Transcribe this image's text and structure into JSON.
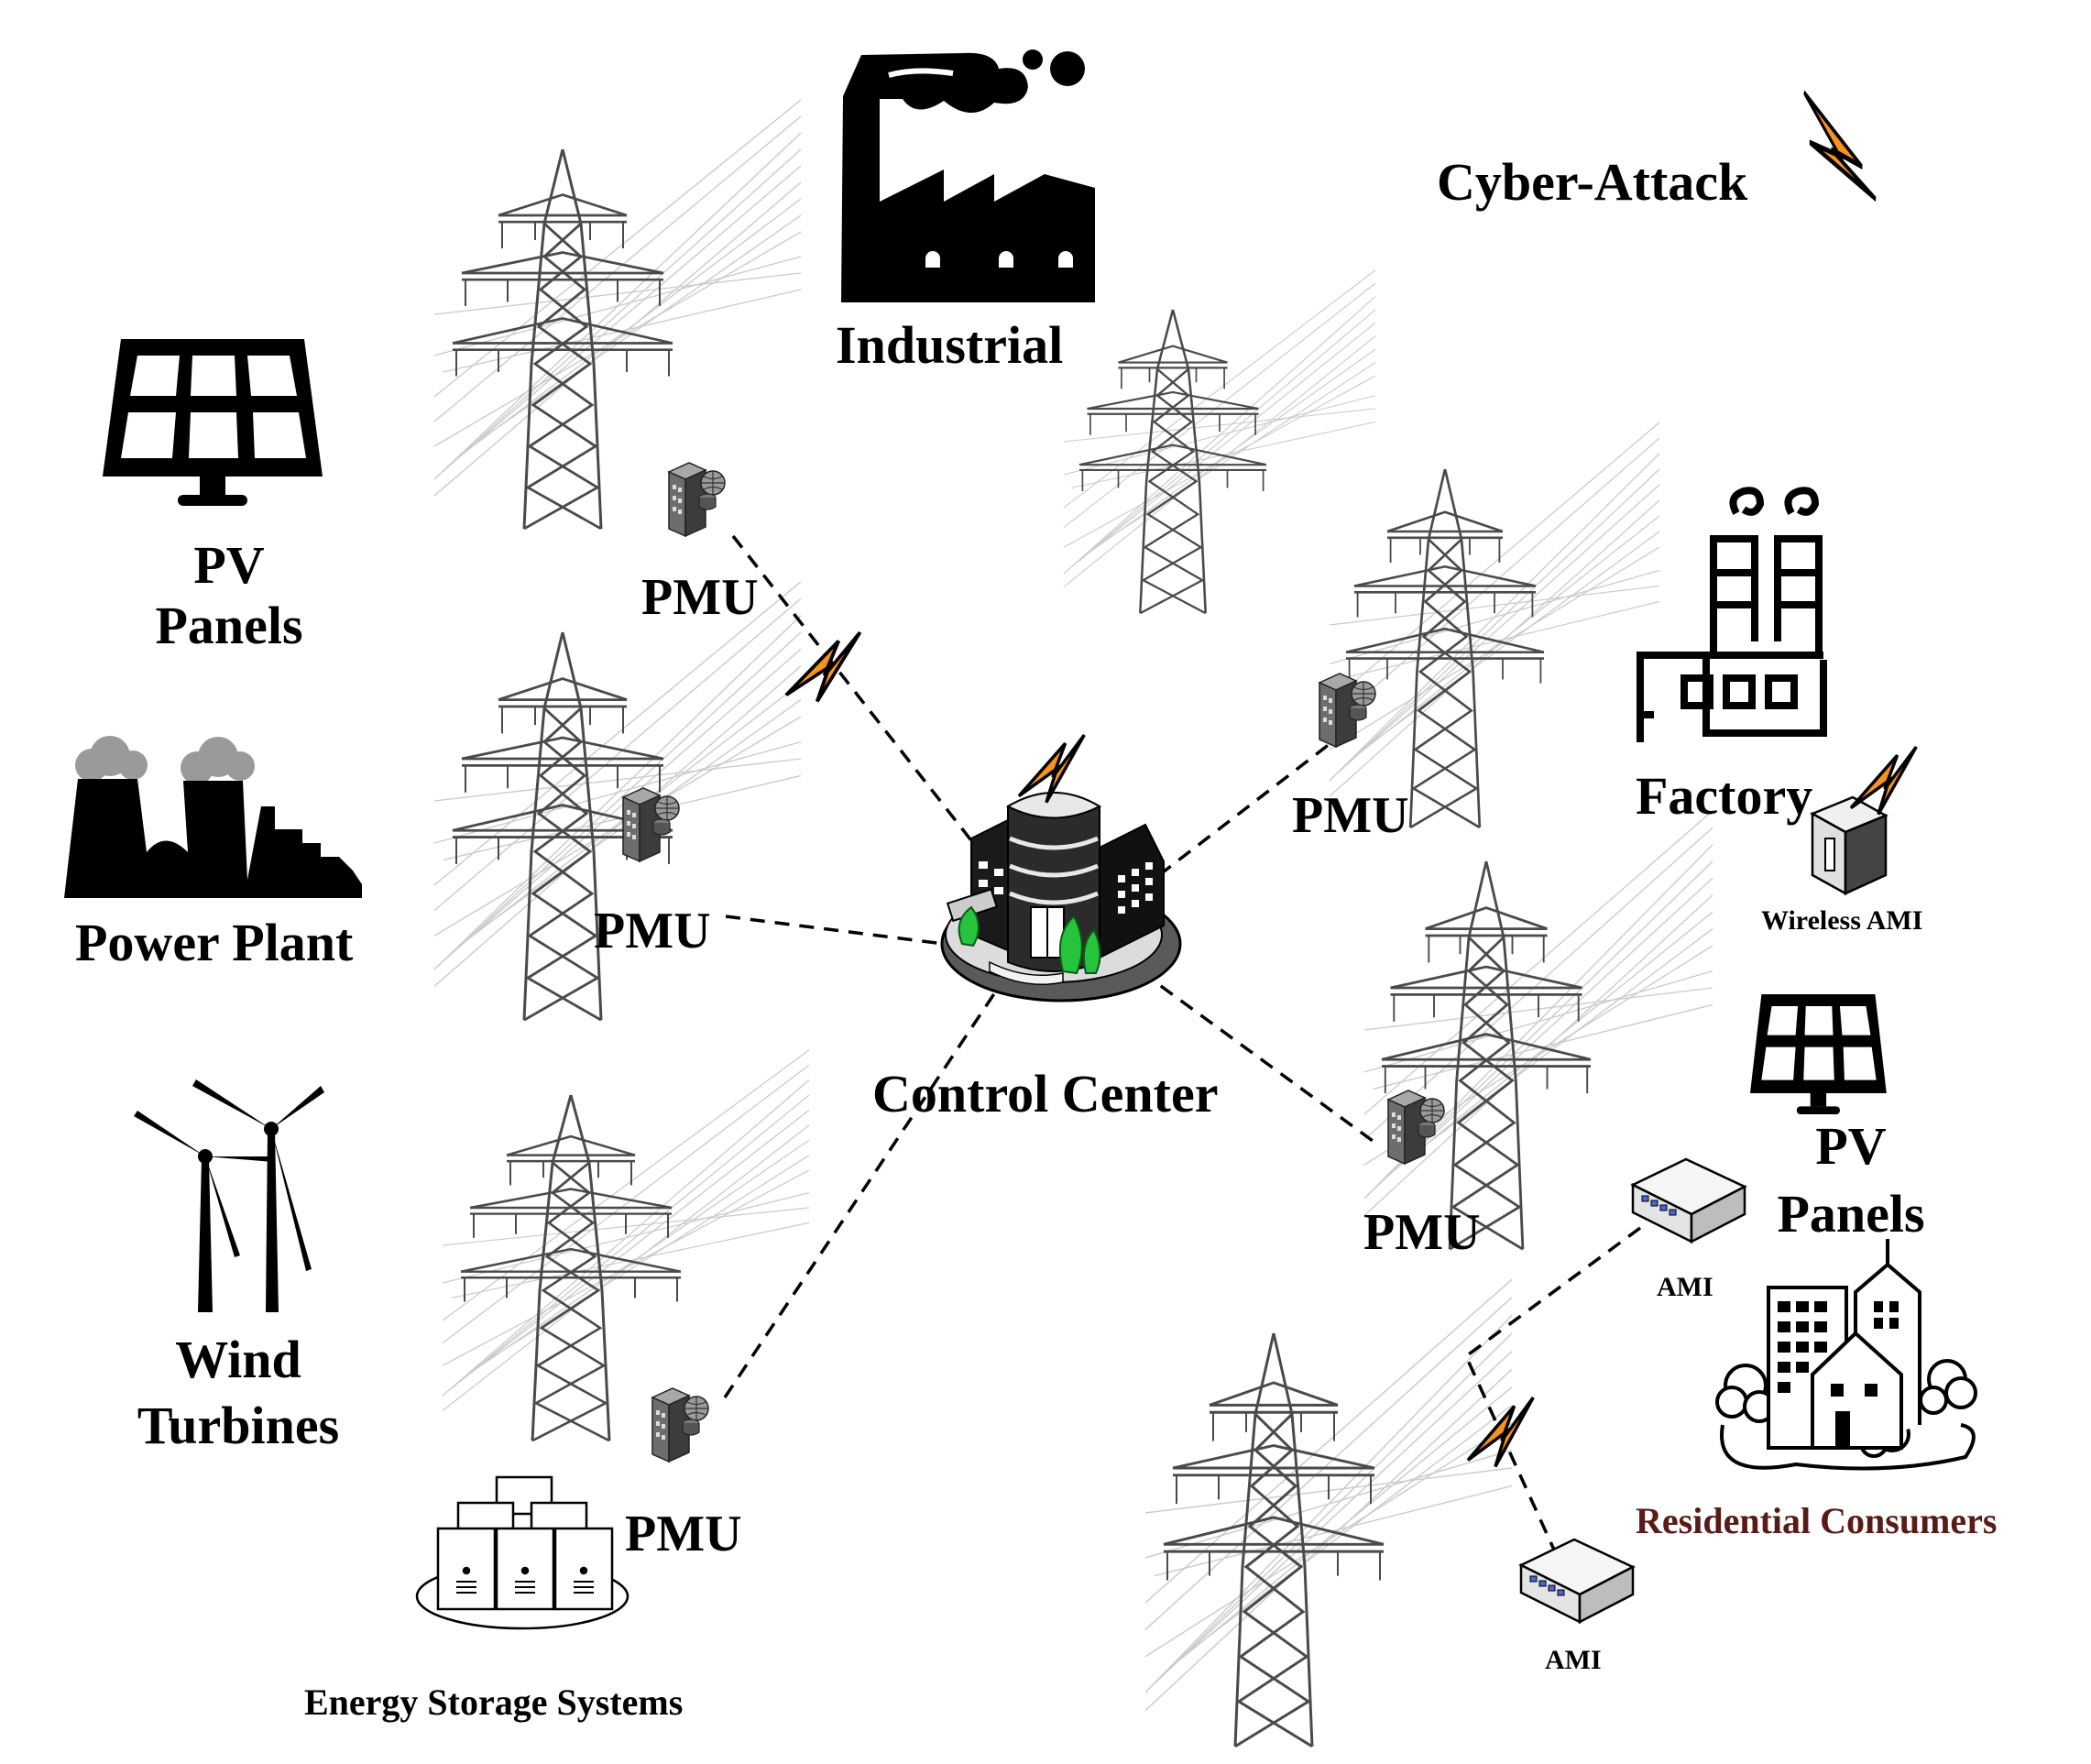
{
  "labels": {
    "industrial": "Industrial",
    "cyber_attack": "Cyber-Attack",
    "pv_panels_left": [
      "PV",
      "Panels"
    ],
    "power_plant": "Power Plant",
    "wind_turbines": [
      "Wind",
      "Turbines"
    ],
    "energy_storage": "Energy Storage Systems",
    "control_center": "Control Center",
    "factory": "Factory",
    "wireless_ami": "Wireless AMI",
    "pv_panels_right": [
      "PV",
      "Panels"
    ],
    "residential": "Residential Consumers",
    "pmu": "PMU",
    "ami": "AMI"
  },
  "colors": {
    "attack_bolt": "#f7931e",
    "residential_text": "#5a1a16",
    "pmu_body": "#7a7a7a",
    "building_green": "#25c43c"
  },
  "icons": [
    "solar-panel-icon",
    "power-plant-icon",
    "wind-turbine-icon",
    "energy-storage-icon",
    "industrial-factory-icon",
    "factory-icon",
    "control-center-building-icon",
    "pmu-icon",
    "ami-router-icon",
    "wireless-ami-icon",
    "residential-buildings-icon",
    "transmission-tower-icon",
    "lightning-bolt-icon"
  ]
}
